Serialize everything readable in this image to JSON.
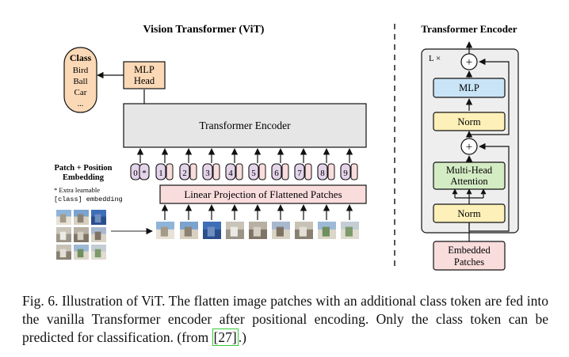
{
  "vit": {
    "title": "Vision Transformer (ViT)",
    "class_box": {
      "title": "Class",
      "items": [
        "Bird",
        "Ball",
        "Car",
        "..."
      ]
    },
    "mlp_head": [
      "MLP",
      "Head"
    ],
    "encoder_label": "Transformer Encoder",
    "embedding_label": [
      "Patch + Position",
      "Embedding"
    ],
    "extra_note": [
      "* Extra learnable",
      "[class] embedding"
    ],
    "tokens": [
      "0",
      "*",
      "1",
      "2",
      "3",
      "4",
      "5",
      "6",
      "7",
      "8",
      "9"
    ],
    "projection_label": "Linear Projection of Flattened Patches"
  },
  "encoder_detail": {
    "title": "Transformer Encoder",
    "repeat": "L ×",
    "mlp": "MLP",
    "norm_top": "Norm",
    "attention": [
      "Multi-Head",
      "Attention"
    ],
    "norm_bottom": "Norm",
    "embedded": [
      "Embedded",
      "Patches"
    ],
    "plus": "+"
  },
  "colors": {
    "class_fill": "#fcd9b6",
    "mlp_head_fill": "#fcd9b6",
    "encoder_fill": "#e6e6e6",
    "token_fill": "#e3d4ea",
    "projection_fill": "#f9dcdc",
    "mlp_fill": "#c9e4f6",
    "norm_fill": "#fdf0b8",
    "attention_fill": "#d4ecc4",
    "embedded_fill": "#f9dcdc",
    "panel_fill": "#eeeeee",
    "cite_border": "#33cc33"
  },
  "caption": {
    "prefix": "Fig. 6.  Illustration of ViT. The flatten image patches with an additional class token are fed into the vanilla Transformer encoder after positional encoding. Only the class token can be predicted for classification. (from ",
    "citation": "[27]",
    "suffix": ".)"
  }
}
